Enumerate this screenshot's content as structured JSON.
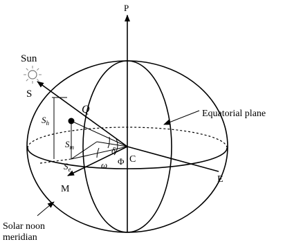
{
  "labels": {
    "p": "P",
    "sun": "Sun",
    "s": "S",
    "q": "Q",
    "sh": "S",
    "sh_sub": "h",
    "sm": "S",
    "sm_sub": "m",
    "se": "S",
    "se_sub": "e",
    "delta": "δ",
    "omega": "ω",
    "phi": "Φ",
    "c": "C",
    "e": "E",
    "m": "M",
    "equatorial_plane": "Equatorial plane",
    "solar_noon_line1": "Solar noon",
    "solar_noon_line2": "meridian"
  },
  "icons": {
    "sun": "sun-icon"
  }
}
